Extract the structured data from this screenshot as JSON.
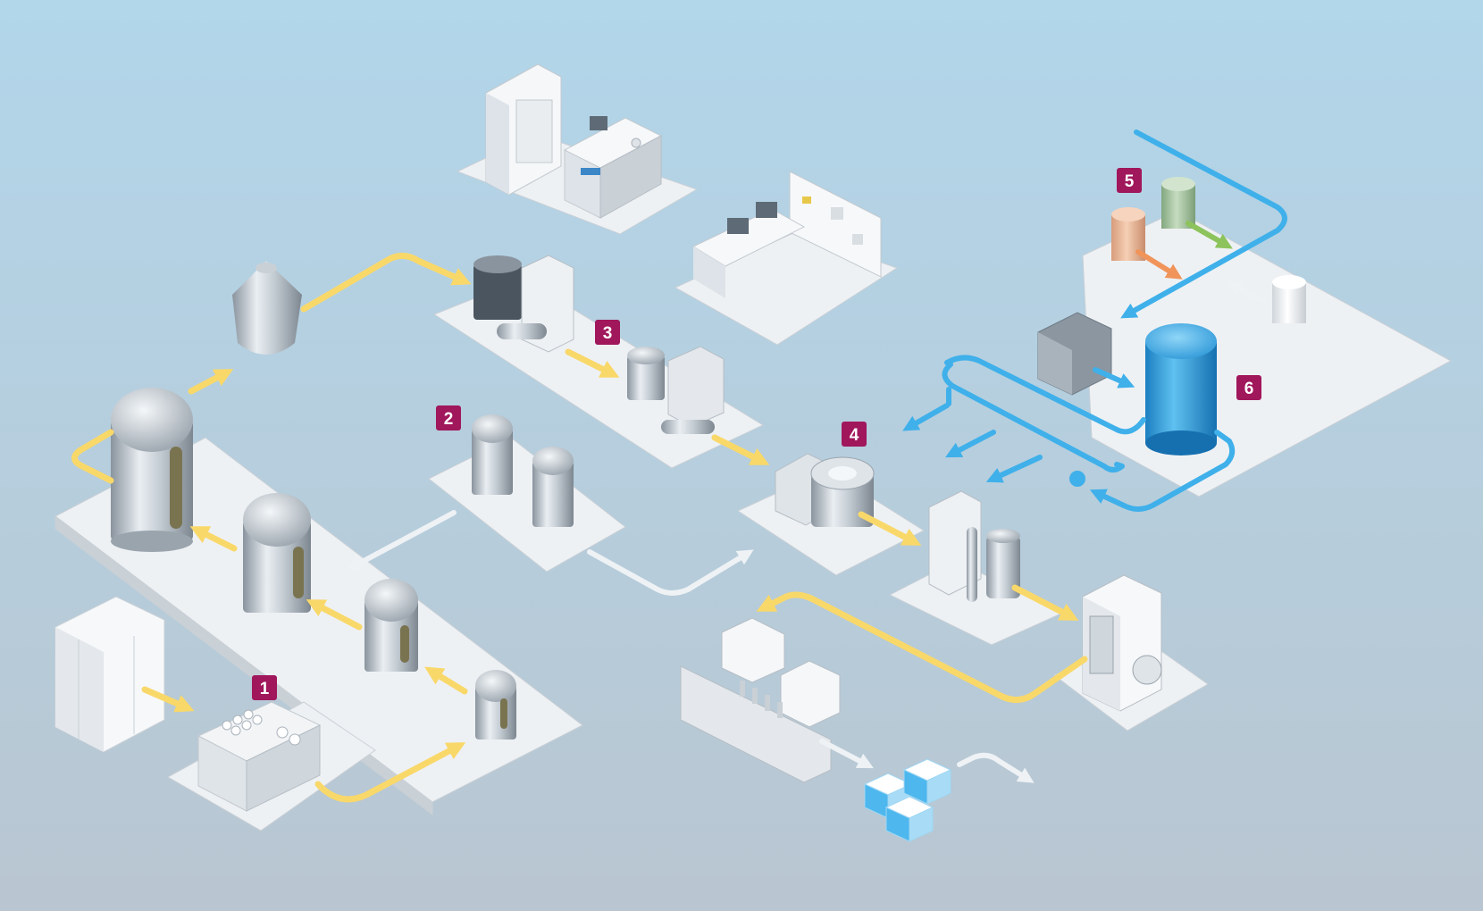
{
  "diagram": {
    "step_labels": [
      "1",
      "2",
      "3",
      "4",
      "5",
      "6"
    ]
  },
  "colors": {
    "background_top": "#b2d6ea",
    "background_bottom": "#b9c6d1",
    "process_flow": "#f9d86a",
    "water_flow": "#3fb0ea",
    "return_flow": "#eef2f5",
    "badge": "#a0175c",
    "ingredient_tank_peach": "#f0bfa0",
    "ingredient_tank_green": "#a9c7a3",
    "ingredient_arrow_orange": "#f0945a",
    "ingredient_arrow_green": "#8cc35c"
  }
}
